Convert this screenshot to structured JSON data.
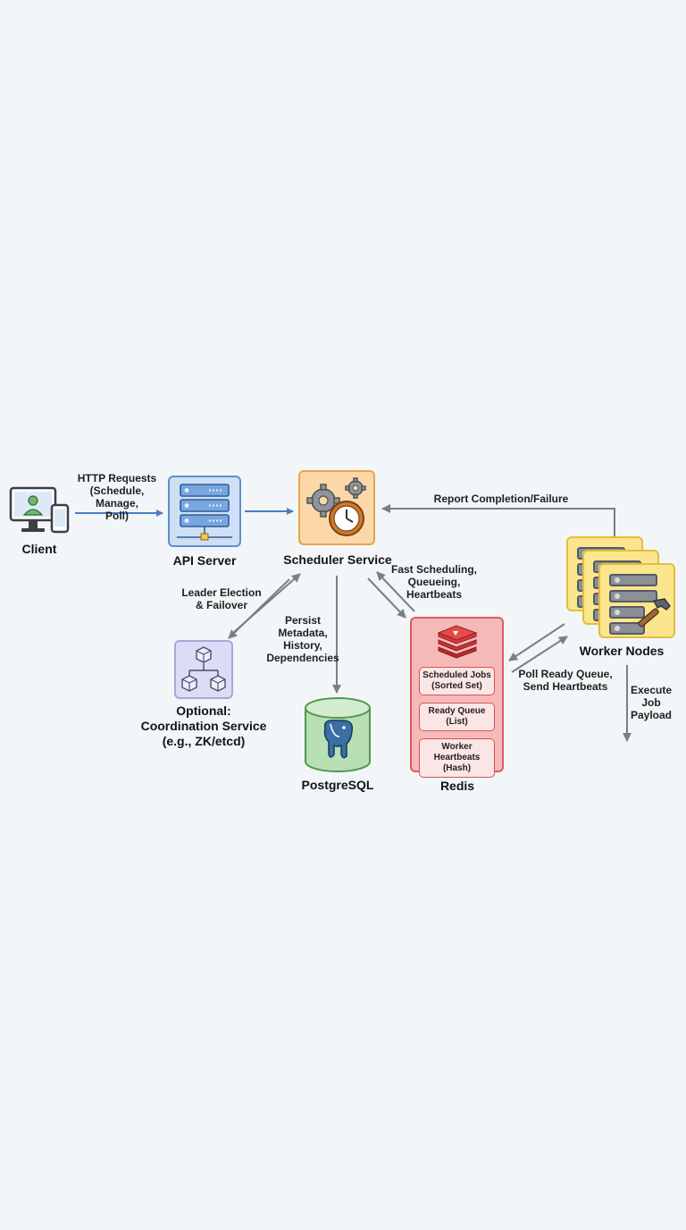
{
  "nodes": {
    "client": "Client",
    "api_server": "API Server",
    "scheduler": "Scheduler Service",
    "coordination": "Optional:\nCoordination Service\n(e.g., ZK/etcd)",
    "postgres": "PostgreSQL",
    "redis": "Redis",
    "workers": "Worker Nodes"
  },
  "redis_items": [
    "Scheduled Jobs\n(Sorted Set)",
    "Ready Queue\n(List)",
    "Worker Heartbeats\n(Hash)"
  ],
  "edges": {
    "client_api": "HTTP Requests\n(Schedule, Manage,\nPoll)",
    "worker_report": "Report Completion/Failure",
    "leader": "Leader Election\n& Failover",
    "persist": "Persist\nMetadata,\nHistory,\nDependencies",
    "fast": "Fast Scheduling,\nQueueing,\nHeartbeats",
    "poll": "Poll Ready Queue,\nSend Heartbeats",
    "execute": "Execute\nJob\nPayload"
  },
  "colors": {
    "api": "#5d8fd0",
    "scheduler": "#e9a24e",
    "coordination": "#a7a7dc",
    "postgres": "#6fb36f",
    "redis": "#da5c5c",
    "workers": "#e2bf3b",
    "arrow_blue": "#4a7fc4",
    "arrow_gray": "#7b7f84"
  }
}
